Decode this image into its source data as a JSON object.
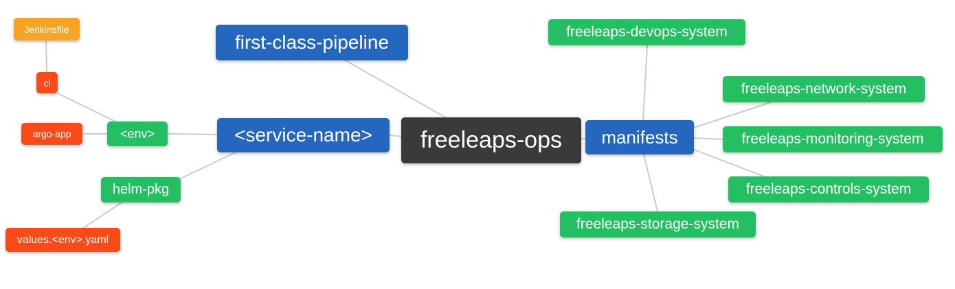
{
  "palette": {
    "branch_blue": "#2567be",
    "leaf_green": "#23bf62",
    "leaf_orange": "#f6a426",
    "leaf_red": "#fa4a17",
    "root_dark": "#3a3a3a",
    "edge_gray": "#cccccc",
    "background": "#ffffff",
    "node_text": "#ffffff"
  },
  "nodes": {
    "jenkinsfile": {
      "label": "Jenkinsfile",
      "color": "#f6a426"
    },
    "ci": {
      "label": "ci",
      "color": "#fa4a17"
    },
    "argo_app": {
      "label": "argo-app",
      "color": "#fa4a17"
    },
    "env": {
      "label": "<env>",
      "color": "#23bf62"
    },
    "first_class_pipeline": {
      "label": "first-class-pipeline",
      "color": "#2567be"
    },
    "service_name": {
      "label": "<service-name>",
      "color": "#2567be"
    },
    "helm_pkg": {
      "label": "helm-pkg",
      "color": "#23bf62"
    },
    "values_env_yaml": {
      "label": "values.<env>.yaml",
      "color": "#fa4a17"
    },
    "freeleaps_ops": {
      "label": "freeleaps-ops",
      "color": "#3a3a3a"
    },
    "manifests": {
      "label": "manifests",
      "color": "#2567be"
    },
    "devops_system": {
      "label": "freeleaps-devops-system",
      "color": "#23bf62"
    },
    "network_system": {
      "label": "freeleaps-network-system",
      "color": "#23bf62"
    },
    "monitoring_system": {
      "label": "freeleaps-monitoring-system",
      "color": "#23bf62"
    },
    "controls_system": {
      "label": "freeleaps-controls-system",
      "color": "#23bf62"
    },
    "storage_system": {
      "label": "freeleaps-storage-system",
      "color": "#23bf62"
    }
  },
  "edges": [
    [
      "jenkinsfile",
      "ci"
    ],
    [
      "ci",
      "env"
    ],
    [
      "argo_app",
      "env"
    ],
    [
      "env",
      "service_name"
    ],
    [
      "helm_pkg",
      "service_name"
    ],
    [
      "values_env_yaml",
      "helm_pkg"
    ],
    [
      "first_class_pipeline",
      "freeleaps_ops"
    ],
    [
      "service_name",
      "freeleaps_ops"
    ],
    [
      "freeleaps_ops",
      "manifests"
    ],
    [
      "manifests",
      "devops_system"
    ],
    [
      "manifests",
      "network_system"
    ],
    [
      "manifests",
      "monitoring_system"
    ],
    [
      "manifests",
      "controls_system"
    ],
    [
      "manifests",
      "storage_system"
    ]
  ]
}
